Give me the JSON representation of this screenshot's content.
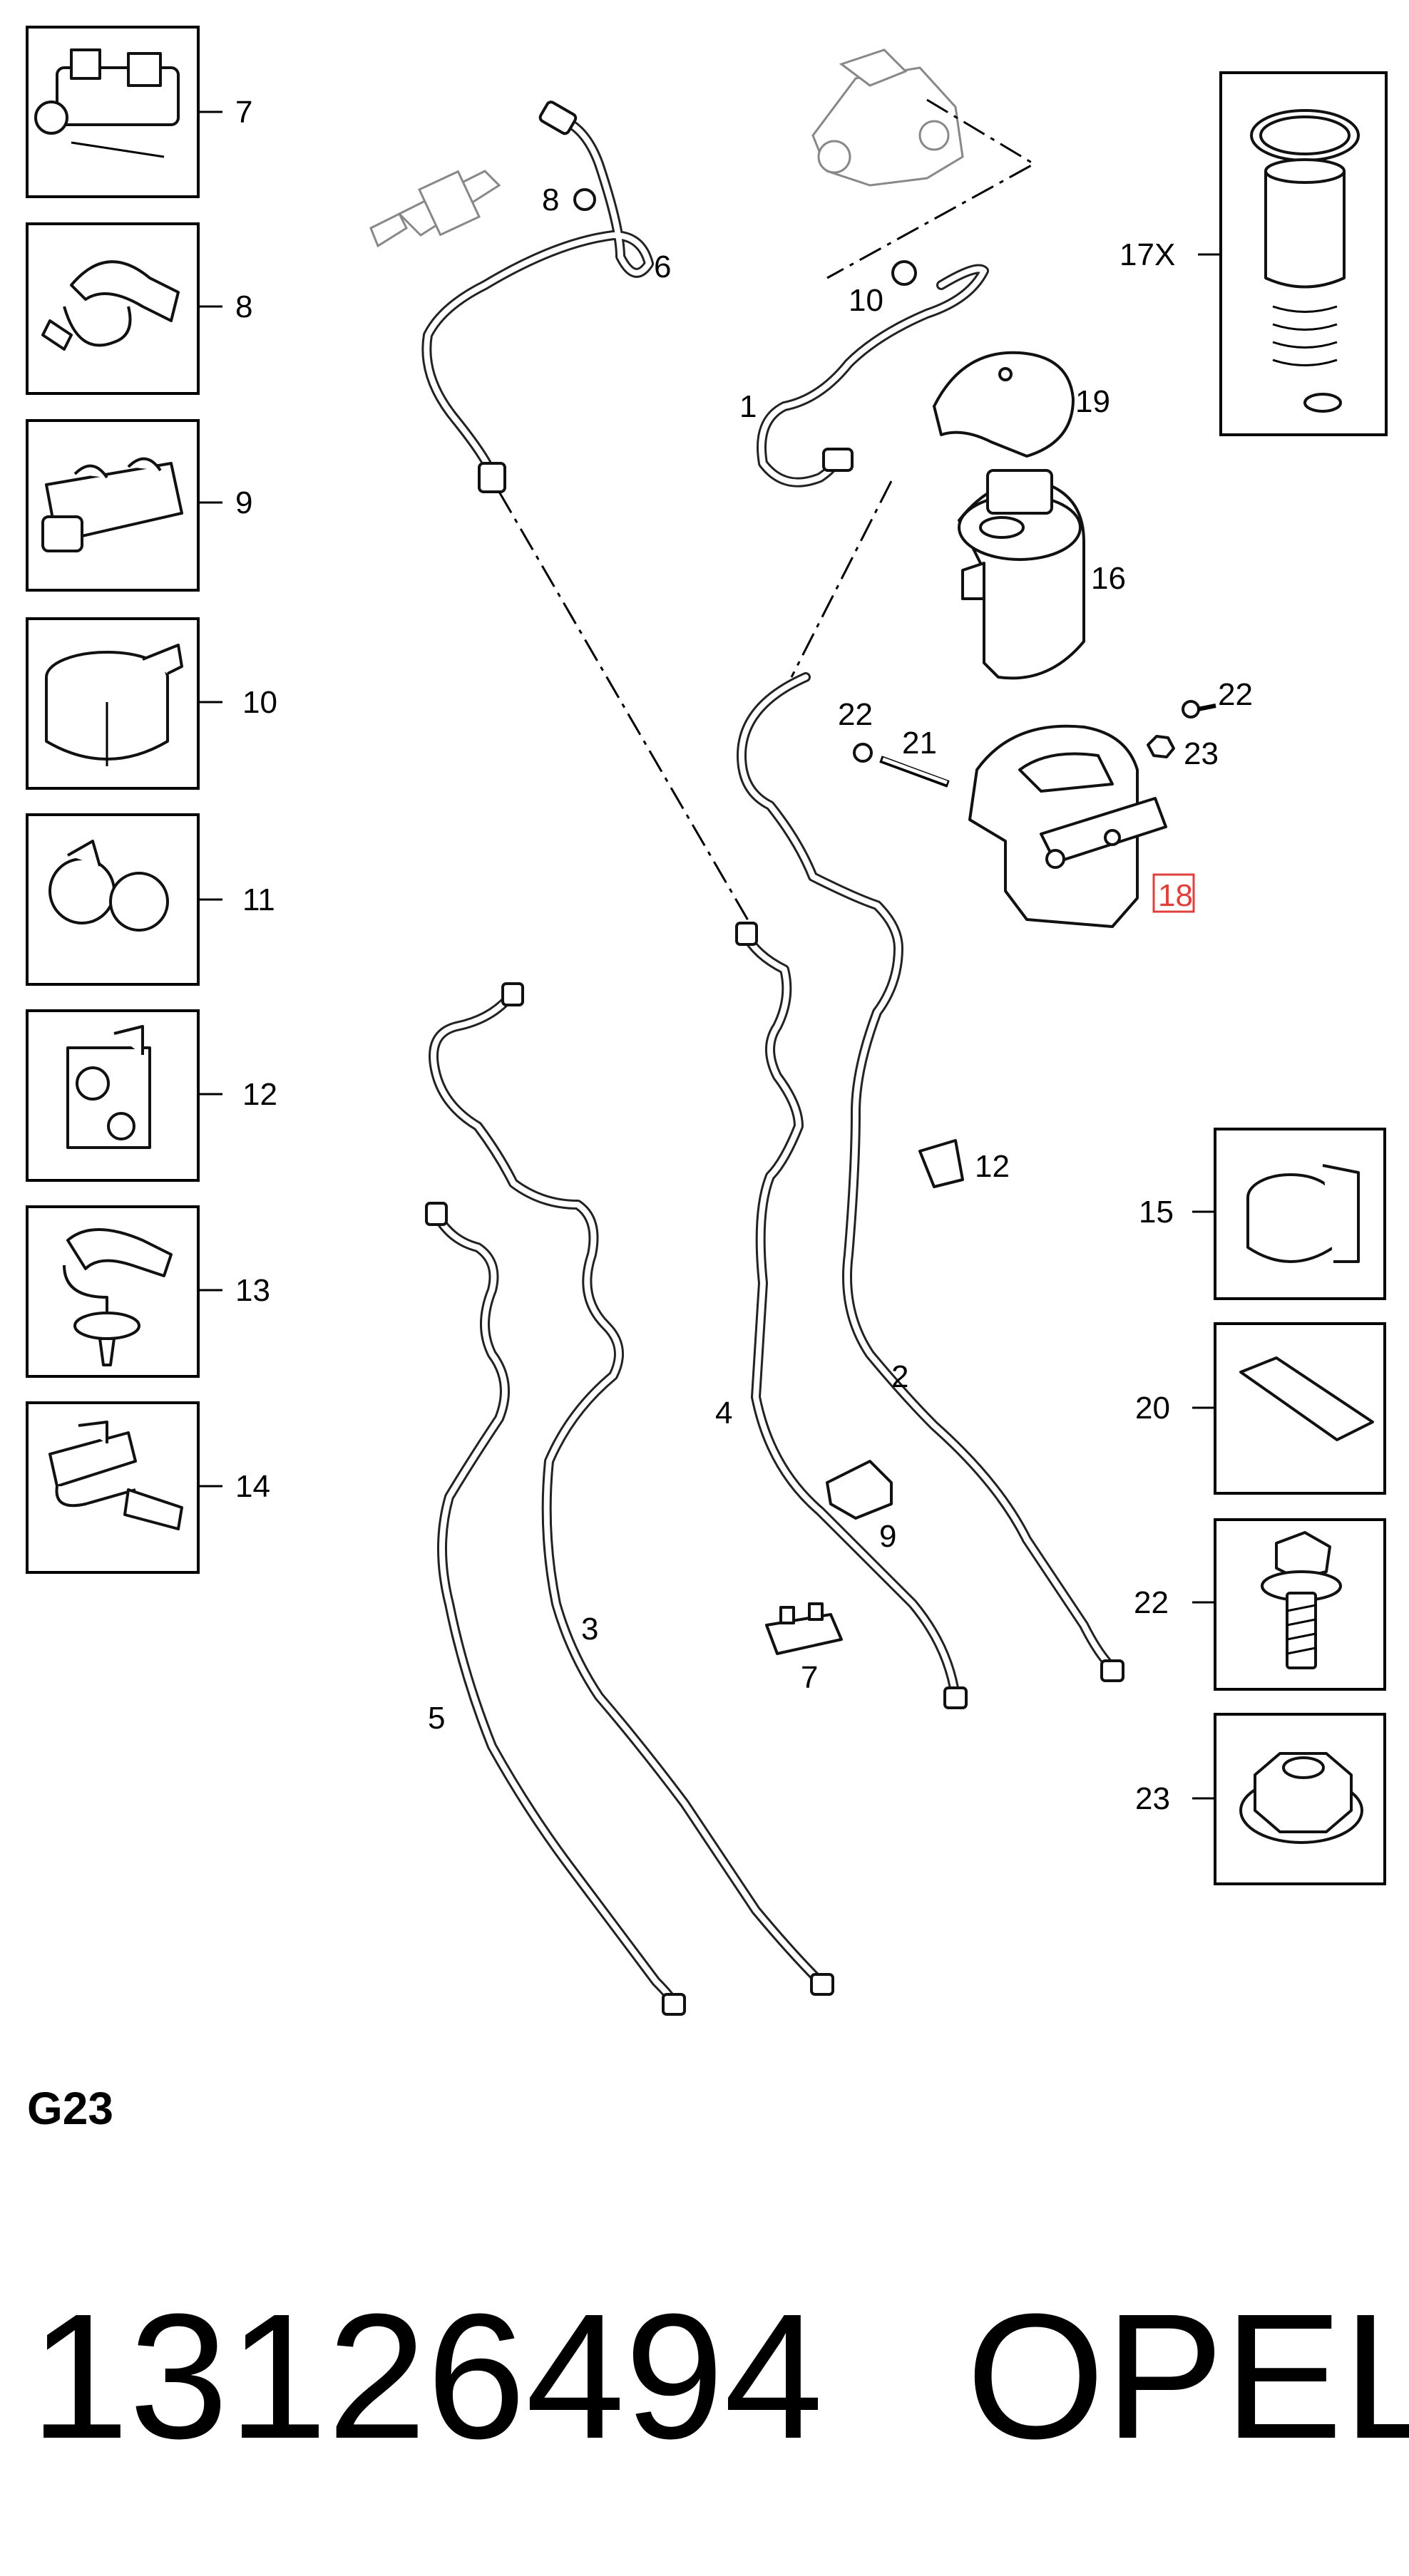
{
  "diagram": {
    "group_code": "G23",
    "part_number": "13126494",
    "brand": "OPEL",
    "highlighted_callout": "18",
    "highlight_color": "#e0403c",
    "legend_left": [
      {
        "callout": "7"
      },
      {
        "callout": "8"
      },
      {
        "callout": "9"
      },
      {
        "callout": "10"
      },
      {
        "callout": "11"
      },
      {
        "callout": "12"
      },
      {
        "callout": "13"
      },
      {
        "callout": "14"
      }
    ],
    "legend_right": [
      {
        "callout": "17X"
      },
      {
        "callout": "15"
      },
      {
        "callout": "20"
      },
      {
        "callout": "22"
      },
      {
        "callout": "23"
      }
    ],
    "main_labels": {
      "l1": "1",
      "l2": "2",
      "l3": "3",
      "l4": "4",
      "l5": "5",
      "l6": "6",
      "l7": "7",
      "l8": "8",
      "l9": "9",
      "l10": "10",
      "l12": "12",
      "l16": "16",
      "l18": "18",
      "l19": "19",
      "l21": "21",
      "l22a": "22",
      "l22b": "22",
      "l23": "23"
    },
    "icons": {
      "clip": "pipe-clip-icon",
      "filter": "fuel-filter-icon",
      "bolt": "bolt-icon",
      "nut": "flange-nut-icon",
      "pump": "fuel-pump-icon"
    }
  }
}
